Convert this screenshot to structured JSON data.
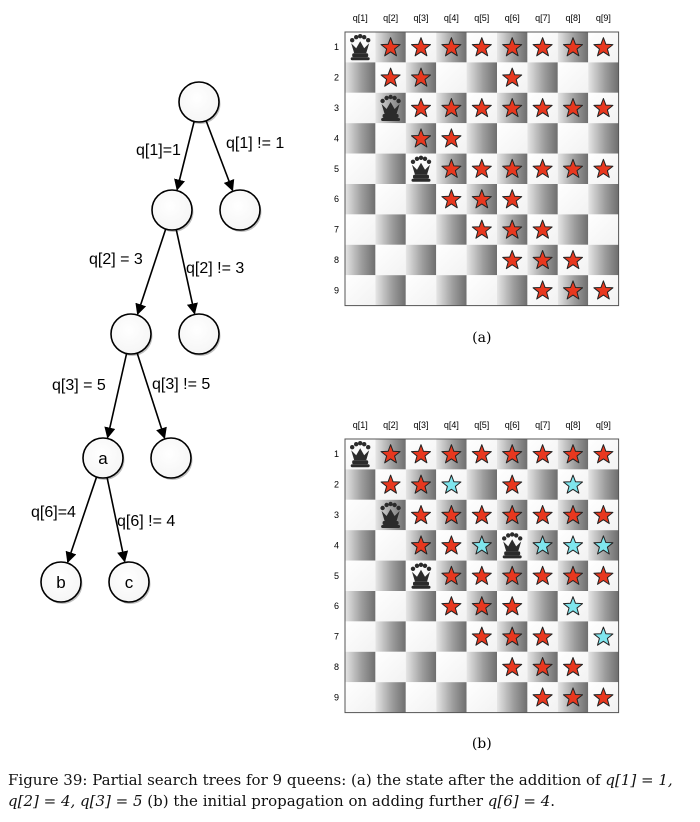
{
  "tree": {
    "nodes": [
      {
        "id": "n0",
        "label": ""
      },
      {
        "id": "n1",
        "label": ""
      },
      {
        "id": "n2",
        "label": ""
      },
      {
        "id": "n3",
        "label": ""
      },
      {
        "id": "n4",
        "label": ""
      },
      {
        "id": "n5",
        "label": ""
      },
      {
        "id": "n6",
        "label": ""
      },
      {
        "id": "a",
        "label": "a"
      },
      {
        "id": "n8",
        "label": ""
      },
      {
        "id": "b",
        "label": "b"
      },
      {
        "id": "c",
        "label": "c"
      }
    ],
    "edges": [
      {
        "from": "n0",
        "to": "n1",
        "label": "q[1]=1"
      },
      {
        "from": "n0",
        "to": "n2",
        "label": "q[1] != 1"
      },
      {
        "from": "n1",
        "to": "n3",
        "label": "q[2] = 3"
      },
      {
        "from": "n1",
        "to": "n4",
        "label": "q[2] != 3"
      },
      {
        "from": "n3",
        "to": "a",
        "label": "q[3] = 5"
      },
      {
        "from": "n3",
        "to": "n6",
        "label": "q[3] != 5"
      },
      {
        "from": "a",
        "to": "b",
        "label": "q[6]=4"
      },
      {
        "from": "a",
        "to": "c",
        "label": "q[6] != 4"
      }
    ]
  },
  "boards": [
    {
      "id": "a",
      "label": "(a)",
      "col_headers": [
        "q[1]",
        "q[2]",
        "q[3]",
        "q[4]",
        "q[5]",
        "q[6]",
        "q[7]",
        "q[8]",
        "q[9]"
      ],
      "row_headers": [
        "1",
        "2",
        "3",
        "4",
        "5",
        "6",
        "7",
        "8",
        "9"
      ],
      "rows": [
        "QRRRRRRRR",
        ".RR..R...",
        ".QRRRRRRR",
        "..RR.....",
        "..QRRRRRR",
        "...RRR...",
        "....RRR..",
        ".....RRR.",
        "......RRR"
      ]
    },
    {
      "id": "b",
      "label": "(b)",
      "col_headers": [
        "q[1]",
        "q[2]",
        "q[3]",
        "q[4]",
        "q[5]",
        "q[6]",
        "q[7]",
        "q[8]",
        "q[9]"
      ],
      "row_headers": [
        "1",
        "2",
        "3",
        "4",
        "5",
        "6",
        "7",
        "8",
        "9"
      ],
      "rows": [
        "QRRRRRRRR",
        ".RRC.R.C.",
        ".QRRRRRRR",
        "..RRCQCCC",
        "..QRRRRRR",
        "...RRR.C.",
        "....RRR.C",
        ".....RRR.",
        "......RRR"
      ]
    }
  ],
  "legend_colors": {
    "pruned_red": "#e8381f",
    "propagated_cyan": "#7fe6ee",
    "queen": "#2b2b2b"
  },
  "caption": {
    "figure": "Figure 39:",
    "text_1": " Partial search trees for 9 queens: (a) the state after the addition of ",
    "eq_1": "q[1] = 1,",
    "eq_2": "q[2] = 4, q[3] = 5",
    "text_2": " (b) the initial propagation on adding further ",
    "eq_3": "q[6] = 4",
    "text_3": "."
  }
}
